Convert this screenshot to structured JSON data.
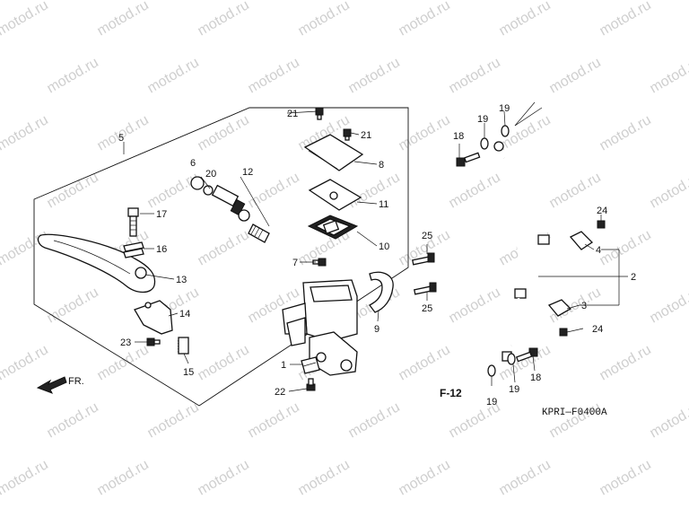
{
  "watermark": "motod.ru",
  "direction_label": "FR.",
  "reference_label": "F-12",
  "figure_code": "KPRI—F0400A",
  "callouts": {
    "c1": "1",
    "c2": "2",
    "c3": "3",
    "c4": "4",
    "c5": "5",
    "c6": "6",
    "c7": "7",
    "c8": "8",
    "c9": "9",
    "c10": "10",
    "c11": "11",
    "c12": "12",
    "c13": "13",
    "c14": "14",
    "c15": "15",
    "c16": "16",
    "c17": "17",
    "c18a": "18",
    "c18b": "18",
    "c19a": "19",
    "c19b": "19",
    "c19c": "19",
    "c19d": "19",
    "c20": "20",
    "c21a": "21",
    "c21b": "21",
    "c22": "22",
    "c23": "23",
    "c24a": "24",
    "c24b": "24",
    "c25a": "25",
    "c25b": "25"
  }
}
